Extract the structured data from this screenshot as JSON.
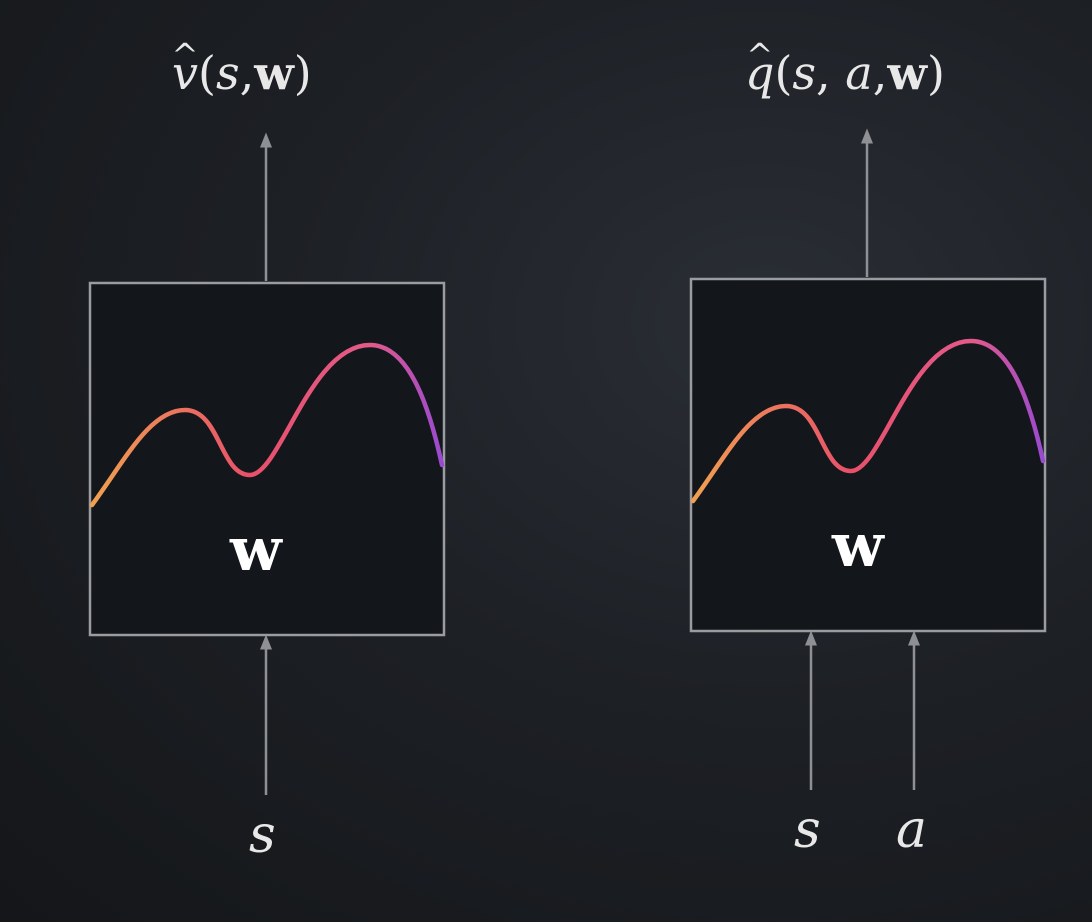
{
  "left_approximator": {
    "output_label": {
      "function": "v",
      "open": "(",
      "state": "s",
      "sep": ",",
      "weights": "w",
      "close": ")"
    },
    "param_label": "w",
    "input_labels": [
      "s"
    ]
  },
  "right_approximator": {
    "output_label": {
      "function": "q",
      "open": "(",
      "state": "s",
      "sep1": ", ",
      "action": "a",
      "sep2": ",",
      "weights": "w",
      "close": ")"
    },
    "param_label": "w",
    "input_labels": [
      "s",
      "a"
    ]
  },
  "colors": {
    "background": "#17191d",
    "box_stroke": "#9a9ca0",
    "arrow": "#8e9095",
    "curve_start": "#f0a050",
    "curve_mid": "#e8506a",
    "curve_end": "#9a4ad0",
    "text": "#e8e8e8"
  }
}
